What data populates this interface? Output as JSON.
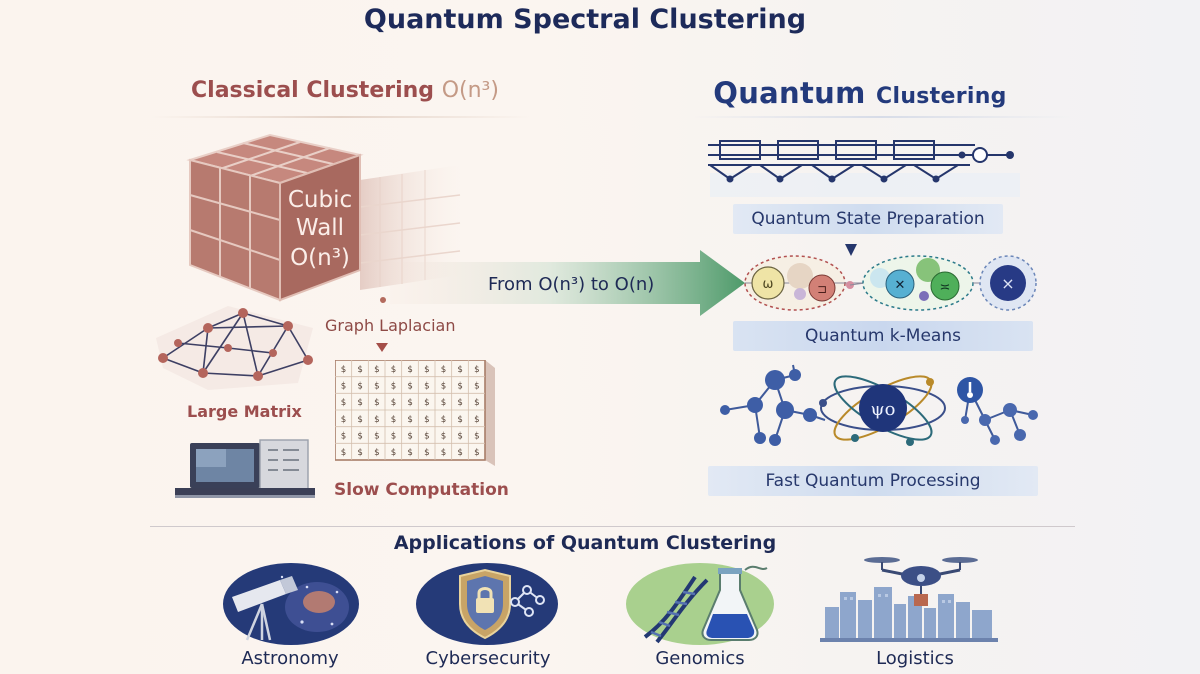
{
  "title": "Quantum Spectral Clustering",
  "classical": {
    "heading": "Classical Clustering",
    "heading_complexity": "O(n³)",
    "cube_lines": [
      "Cubic",
      "Wall",
      "O(n³)"
    ],
    "graph_laplacian": "Graph Laplacian",
    "large_matrix": "Large Matrix",
    "slow_computation": "Slow Computation",
    "matrix_cell": "$"
  },
  "arrow": {
    "label": "From O(n³) to O(n)"
  },
  "quantum": {
    "heading_main": "Quantum",
    "heading_rest": "Clustering",
    "steps": [
      "Quantum State Preparation",
      "Quantum k-Means",
      "Fast Quantum Processing"
    ],
    "psi_symbol": "ψo",
    "cluster_marks": [
      "ω",
      "⊐",
      "✕",
      "≍",
      "×"
    ]
  },
  "applications": {
    "heading": "Applications of Quantum Clustering",
    "items": [
      {
        "label": "Astronomy",
        "icon": "telescope-icon"
      },
      {
        "label": "Cybersecurity",
        "icon": "shield-lock-icon"
      },
      {
        "label": "Genomics",
        "icon": "dna-flask-icon"
      },
      {
        "label": "Logistics",
        "icon": "drone-city-icon"
      }
    ]
  },
  "colors": {
    "title": "#1d2a5a",
    "classical": "#9c4e4e",
    "quantum": "#233a7c",
    "arrow": "#4e9a6a"
  }
}
